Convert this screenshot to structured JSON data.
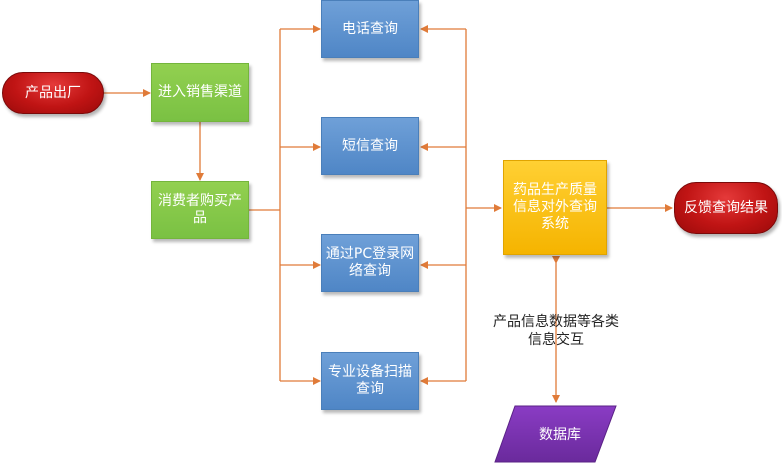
{
  "nodes": {
    "start": "产品出厂",
    "enter_channel": "进入销售渠道",
    "consumer_buy": "消费者购买产品",
    "phone_query": "电话查询",
    "sms_query": "短信查询",
    "pc_query": "通过PC登录网络查询",
    "device_query": "专业设备扫描查询",
    "system": "药品生产质量信息对外查询系统",
    "feedback": "反馈查询结果",
    "database": "数据库"
  },
  "edge_labels": {
    "exchange": "产品信息数据等各类信息交互"
  },
  "colors": {
    "connector": "#e07b39",
    "green": "#7ac143",
    "blue": "#4f86c6",
    "orange": "#f5b400",
    "red": "#c01414",
    "purple": "#7030a0"
  }
}
